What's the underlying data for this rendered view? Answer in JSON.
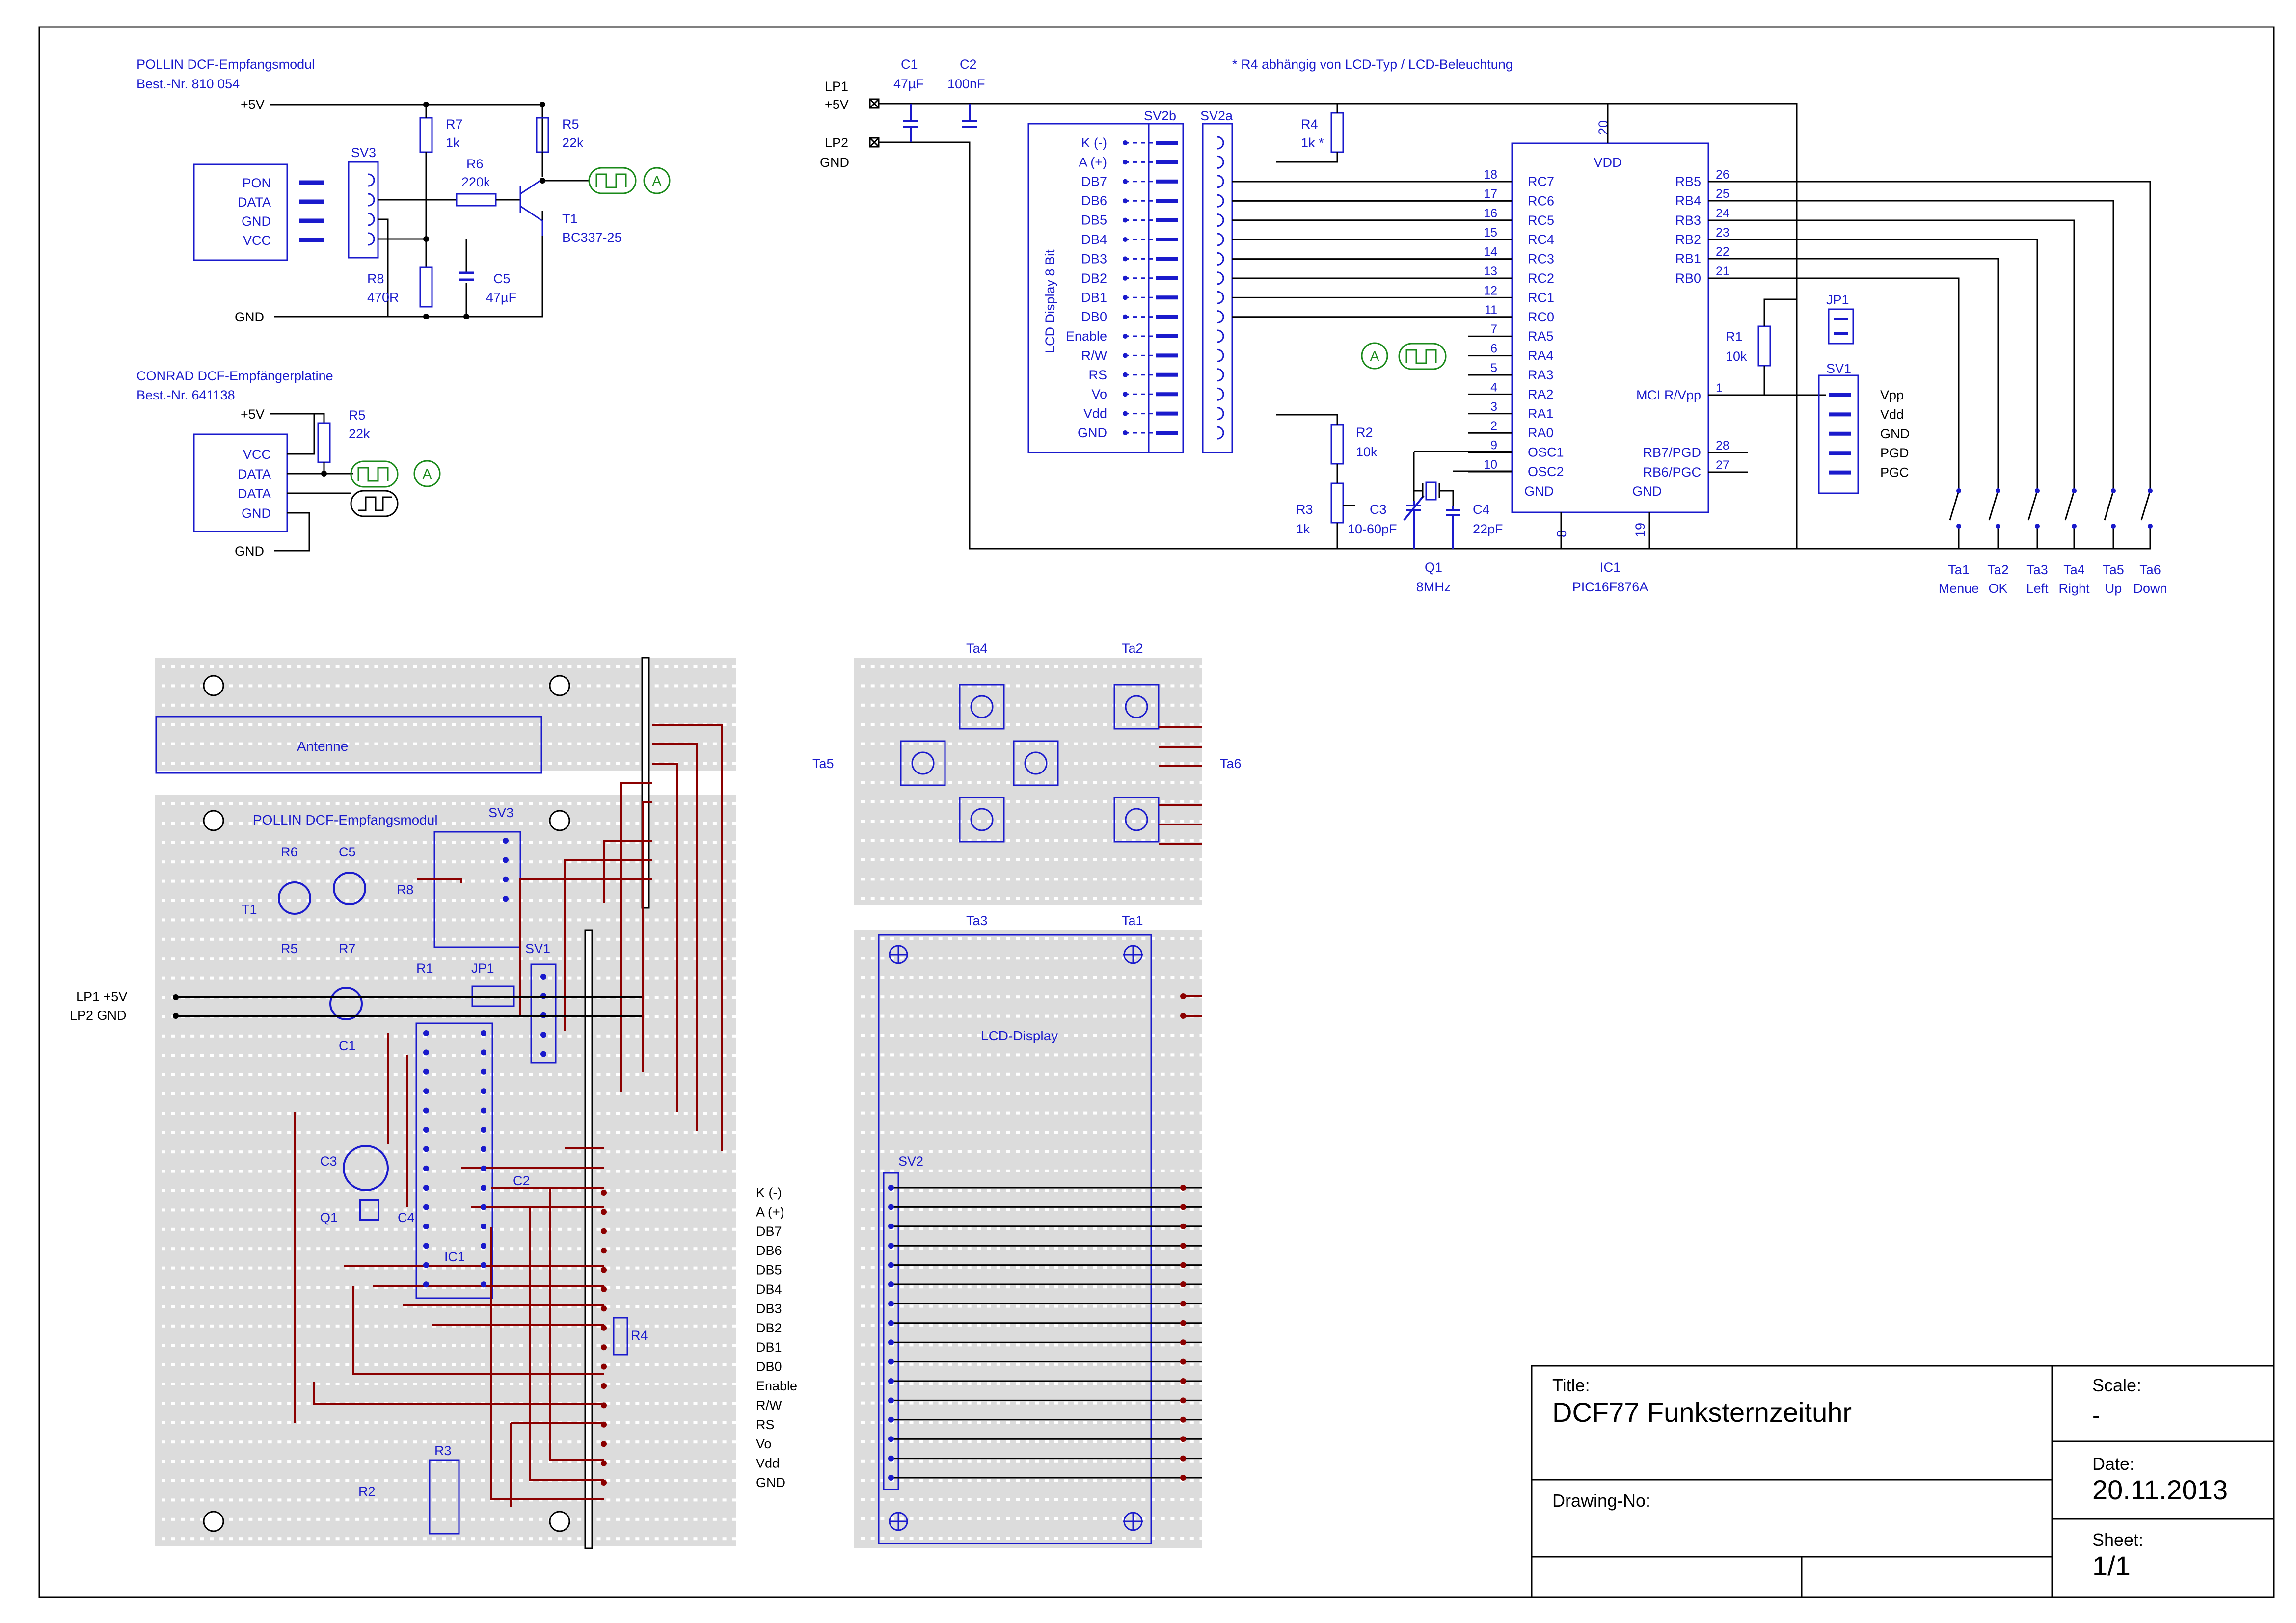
{
  "colors": {
    "wire": "#000000",
    "part": "#1a1acc",
    "jumper": "#8b0000",
    "signal": "#1a8a1a",
    "board": "#dcdcdc",
    "hole": "#ffffff"
  },
  "notes": {
    "r4": "* R4 abhängig von LCD-Typ / LCD-Beleuchtung"
  },
  "pollin": {
    "title": "POLLIN  DCF-Empfangsmodul",
    "order": "Best.-Nr. 810 054",
    "v5": "+5V",
    "gnd": "GND",
    "pins": [
      "PON",
      "DATA",
      "GND",
      "VCC"
    ],
    "sv3": "SV3",
    "r7": "R7",
    "r7v": "1k",
    "r5": "R5",
    "r5v": "22k",
    "r6": "R6",
    "r6v": "220k",
    "r8": "R8",
    "r8v": "470R",
    "c5": "C5",
    "c5v": "47µF",
    "t1": "T1",
    "t1v": "BC337-25",
    "signal": "A"
  },
  "conrad": {
    "title": "CONRAD  DCF-Empfängerplatine",
    "order": "Best.-Nr. 641138",
    "v5": "+5V",
    "gnd": "GND",
    "r5": "R5",
    "r5v": "22k",
    "pins": [
      "VCC",
      "DATA",
      "DATA",
      "GND"
    ],
    "signal": "A"
  },
  "power": {
    "lp1": "LP1",
    "lp1v": "+5V",
    "lp2": "LP2",
    "lp2v": "GND",
    "c1": "C1",
    "c1v": "47µF",
    "c2": "C2",
    "c2v": "100nF"
  },
  "lcd": {
    "sv2b": "SV2b",
    "sv2a": "SV2a",
    "title": "LCD Display 8 Bit",
    "pins": [
      "K (-)",
      "A (+)",
      "DB7",
      "DB6",
      "DB5",
      "DB4",
      "DB3",
      "DB2",
      "DB1",
      "DB0",
      "Enable",
      "R/W",
      "RS",
      "Vo",
      "Vdd",
      "GND"
    ]
  },
  "r4": {
    "name": "R4",
    "value": "1k *"
  },
  "r2": {
    "name": "R2",
    "value": "10k"
  },
  "r3": {
    "name": "R3",
    "value": "1k"
  },
  "r1": {
    "name": "R1",
    "value": "10k"
  },
  "c3": {
    "name": "C3",
    "value": "10-60pF"
  },
  "c4": {
    "name": "C4",
    "value": "22pF"
  },
  "q1": {
    "name": "Q1",
    "value": "8MHz"
  },
  "jp1": "JP1",
  "ic1": {
    "name": "IC1",
    "type": "PIC16F876A",
    "vdd": "VDD",
    "vdd_pin": "20",
    "gnd_pins": [
      "8",
      "19"
    ],
    "left": [
      {
        "pin": "18",
        "name": "RC7"
      },
      {
        "pin": "17",
        "name": "RC6"
      },
      {
        "pin": "16",
        "name": "RC5"
      },
      {
        "pin": "15",
        "name": "RC4"
      },
      {
        "pin": "14",
        "name": "RC3"
      },
      {
        "pin": "13",
        "name": "RC2"
      },
      {
        "pin": "12",
        "name": "RC1"
      },
      {
        "pin": "11",
        "name": "RC0"
      },
      {
        "pin": "7",
        "name": "RA5"
      },
      {
        "pin": "6",
        "name": "RA4"
      },
      {
        "pin": "5",
        "name": "RA3"
      },
      {
        "pin": "4",
        "name": "RA2"
      },
      {
        "pin": "3",
        "name": "RA1"
      },
      {
        "pin": "2",
        "name": "RA0"
      },
      {
        "pin": "9",
        "name": "OSC1"
      },
      {
        "pin": "10",
        "name": "OSC2"
      }
    ],
    "right": [
      {
        "pin": "26",
        "name": "RB5"
      },
      {
        "pin": "25",
        "name": "RB4"
      },
      {
        "pin": "24",
        "name": "RB3"
      },
      {
        "pin": "23",
        "name": "RB2"
      },
      {
        "pin": "22",
        "name": "RB1"
      },
      {
        "pin": "21",
        "name": "RB0"
      },
      {
        "pin": "1",
        "name": "MCLR/Vpp"
      },
      {
        "pin": "28",
        "name": "RB7/PGD"
      },
      {
        "pin": "27",
        "name": "RB6/PGC"
      }
    ],
    "gnd_label": "GND",
    "signal": "A"
  },
  "sv1": {
    "name": "SV1",
    "pins": [
      "Vpp",
      "Vdd",
      "GND",
      "PGD",
      "PGC"
    ]
  },
  "buttons": [
    {
      "name": "Ta1",
      "label": "Menue"
    },
    {
      "name": "Ta2",
      "label": "OK"
    },
    {
      "name": "Ta3",
      "label": "Left"
    },
    {
      "name": "Ta4",
      "label": "Right"
    },
    {
      "name": "Ta5",
      "label": "Up"
    },
    {
      "name": "Ta6",
      "label": "Down"
    }
  ],
  "layout_main": {
    "antenna": "Antenne",
    "module": "POLLIN  DCF-Empfangsmodul",
    "labels": [
      "SV3",
      "R6",
      "C5",
      "R8",
      "T1",
      "R5",
      "R7",
      "R1",
      "JP1",
      "SV1",
      "C1",
      "C3",
      "C2",
      "Q1",
      "C4",
      "IC1",
      "R4",
      "R2",
      "R3"
    ],
    "lp1": "LP1 +5V",
    "lp2": "LP2 GND",
    "lcd_pins": [
      "K (-)",
      "A (+)",
      "DB7",
      "DB6",
      "DB5",
      "DB4",
      "DB3",
      "DB2",
      "DB1",
      "DB0",
      "Enable",
      "R/W",
      "RS",
      "Vo",
      "Vdd",
      "GND"
    ]
  },
  "layout_buttons": {
    "labels": [
      "Ta4",
      "Ta2",
      "Ta5",
      "Ta6"
    ]
  },
  "layout_lcd": {
    "labels": [
      "Ta3",
      "Ta1"
    ],
    "display": "LCD-Display",
    "sv2": "SV2"
  },
  "title_block": {
    "title_label": "Title:",
    "title": "DCF77 Funksternzeituhr",
    "scale_label": "Scale:",
    "scale": "-",
    "drawing_label": "Drawing-No:",
    "date_label": "Date:",
    "date": "20.11.2013",
    "sheet_label": "Sheet:",
    "sheet": "1/1"
  }
}
